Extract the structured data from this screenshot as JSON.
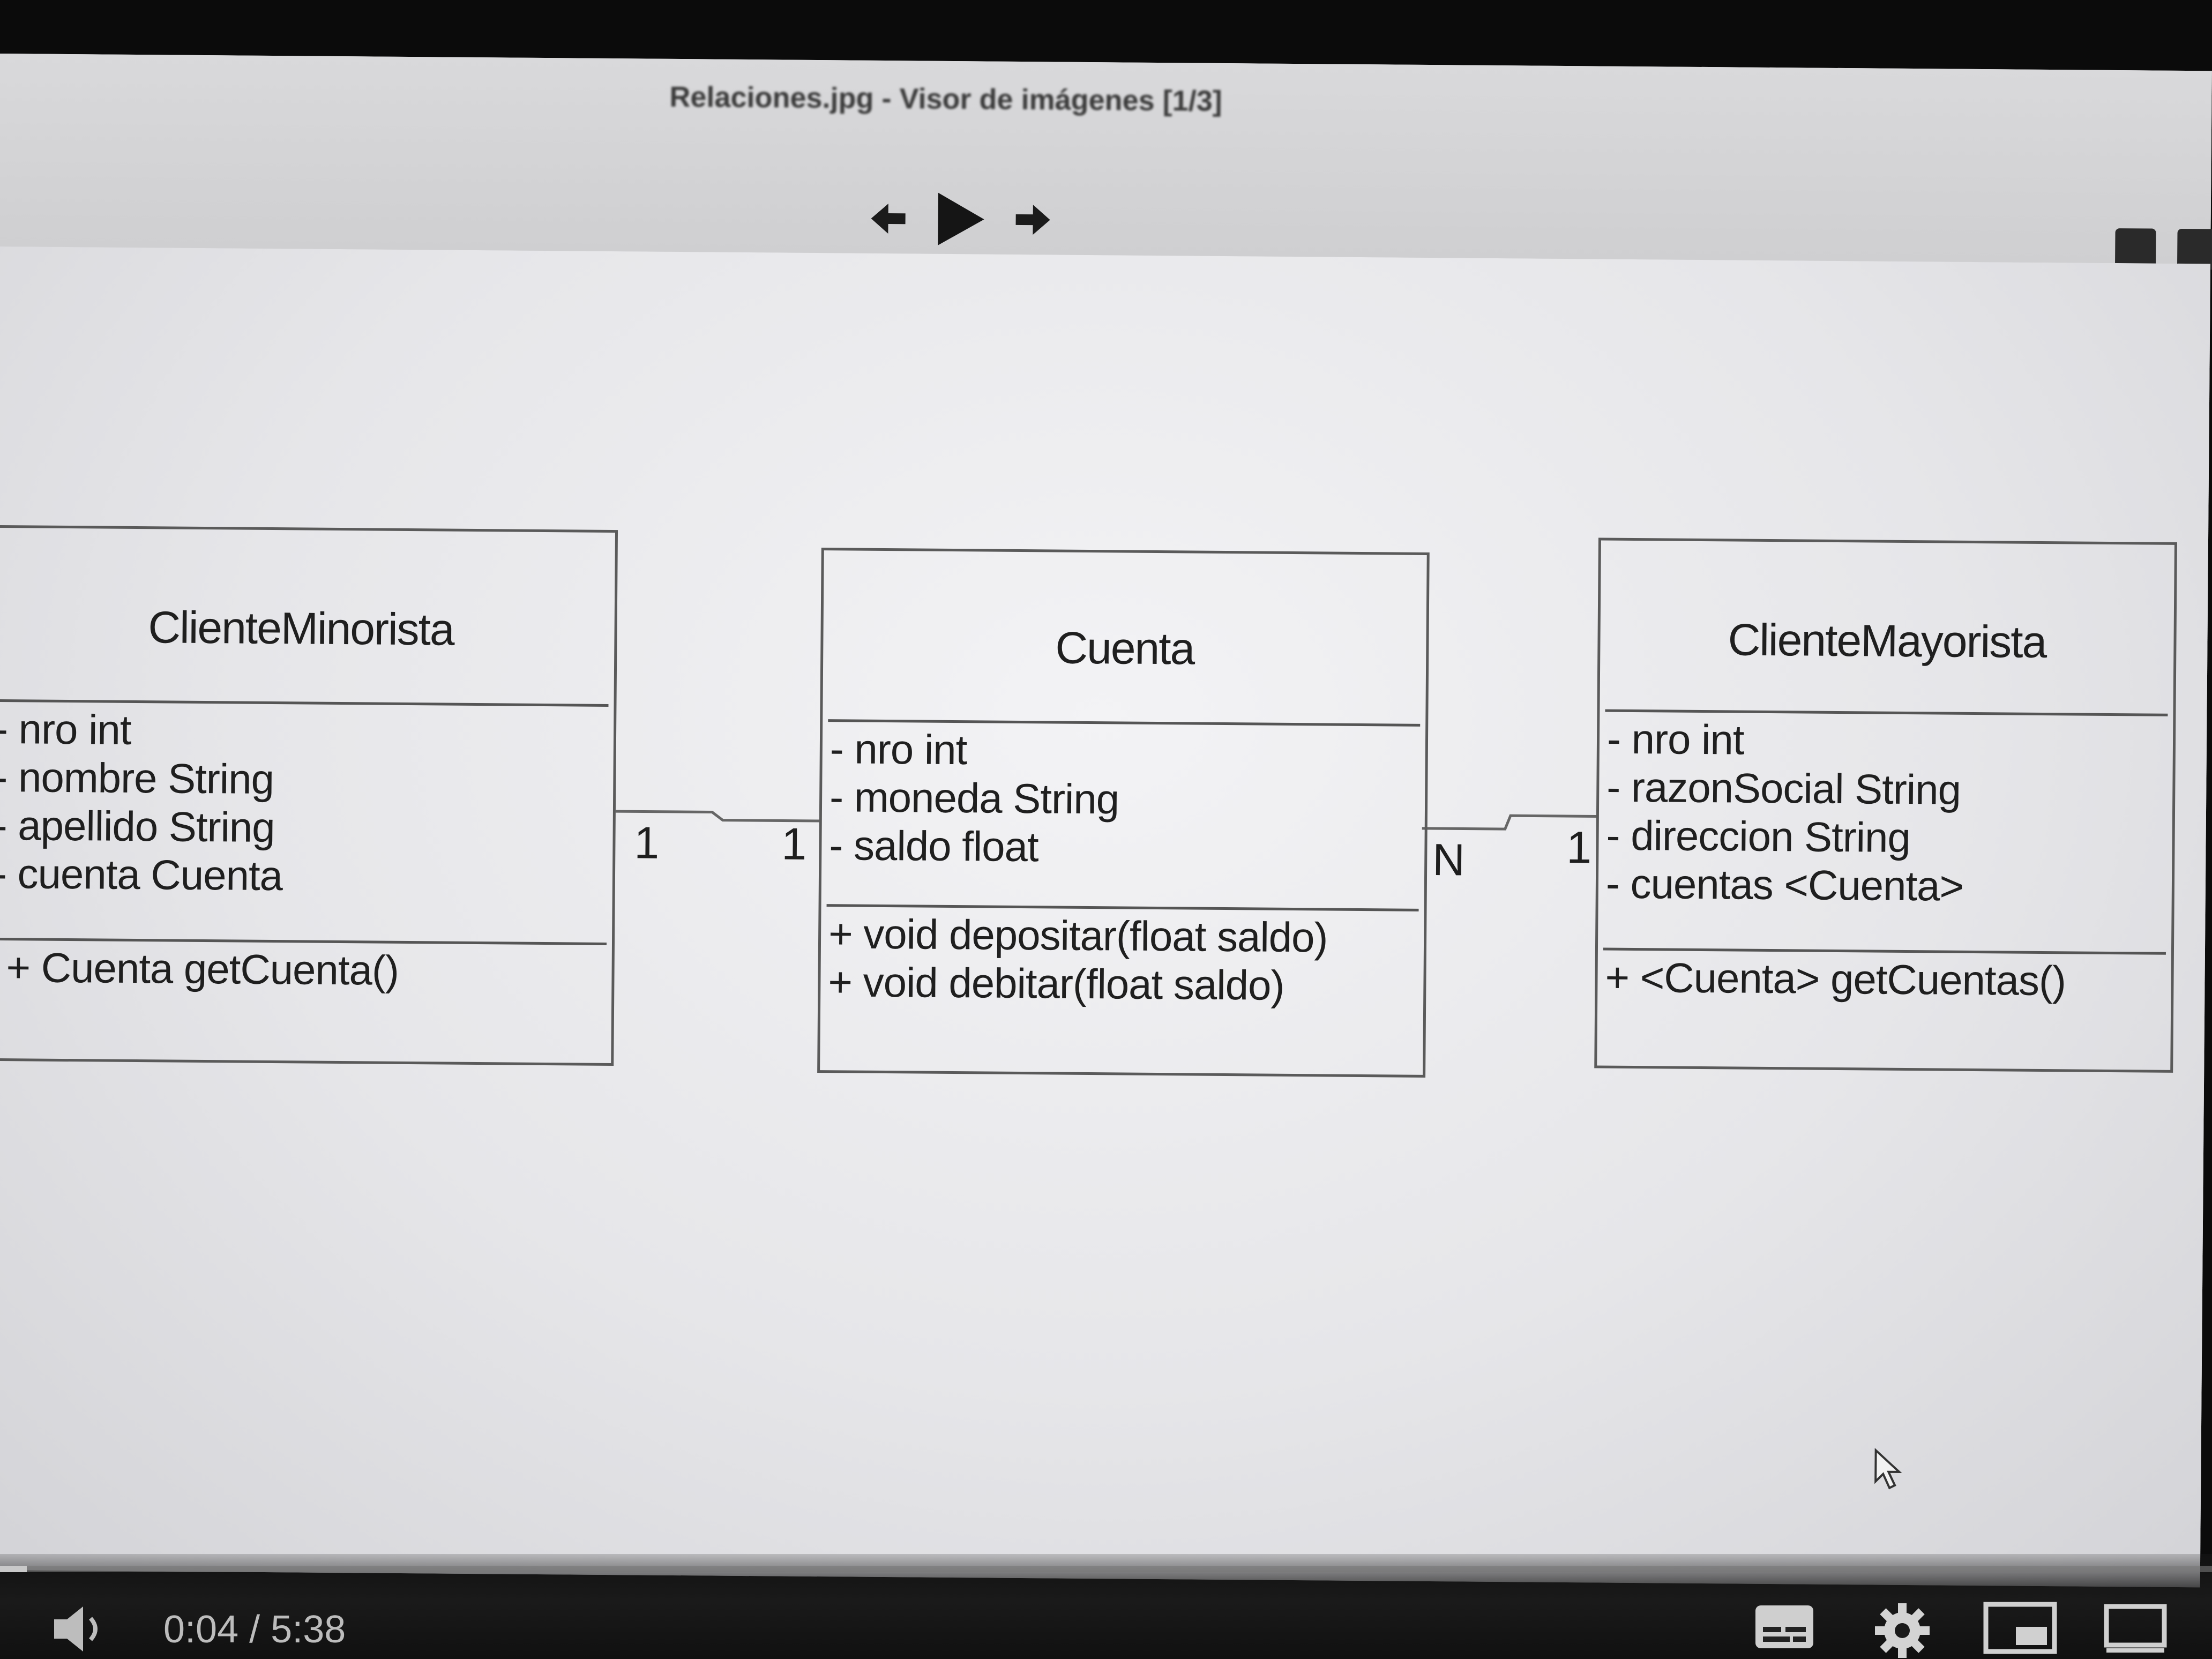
{
  "window": {
    "title": "Relaciones.jpg - Visor de imágenes [1/3]"
  },
  "viewer_controls": {
    "prev_icon": "arrow-left-icon",
    "play_icon": "play-icon",
    "next_icon": "arrow-right-icon"
  },
  "diagram": {
    "classes": [
      {
        "name": "ClienteMinorista",
        "attributes": [
          "- nro int",
          "- nombre String",
          "- apellido String",
          "- cuenta Cuenta"
        ],
        "methods": [
          "+ Cuenta getCuenta()"
        ]
      },
      {
        "name": "Cuenta",
        "attributes": [
          "- nro int",
          "- moneda String",
          "- saldo float"
        ],
        "methods": [
          "+ void depositar(float saldo)",
          "+ void debitar(float saldo)"
        ]
      },
      {
        "name": "ClienteMayorista",
        "attributes": [
          "- nro int",
          "- razonSocial String",
          "- direccion String",
          "- cuentas <Cuenta>"
        ],
        "methods": [
          "+ <Cuenta> getCuentas()"
        ]
      }
    ],
    "multiplicities": {
      "minorista_side": "1",
      "cuenta_left": "1",
      "cuenta_right": "N",
      "mayorista_side": "1"
    }
  },
  "player": {
    "current_time": "0:04",
    "separator": " / ",
    "duration": "5:38",
    "progress_fraction": 0.012,
    "icons": [
      "volume-icon",
      "subtitles-icon",
      "settings-icon",
      "miniplayer-icon",
      "theater-mode-icon"
    ]
  }
}
